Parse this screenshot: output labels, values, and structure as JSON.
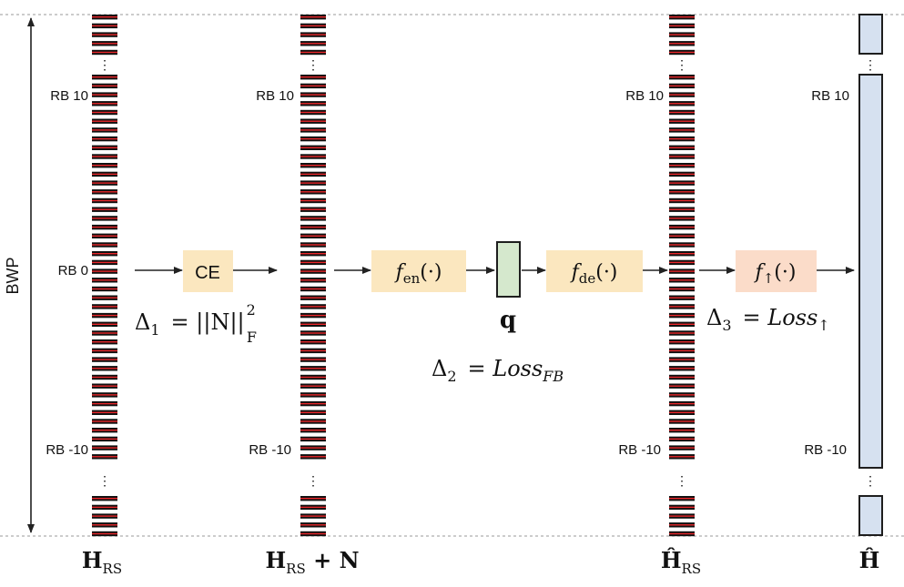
{
  "axis_label": "BWP",
  "rb_labels": [
    "RB 10",
    "RB 0",
    "RB -10"
  ],
  "ellipsis": "⋮",
  "columns": [
    {
      "label": "H",
      "sub": "RS",
      "suffix": ""
    },
    {
      "label": "H",
      "sub": "RS",
      "suffix": " + N"
    },
    {
      "label": "Ĥ",
      "sub": "RS",
      "suffix": ""
    },
    {
      "label": "Ĥ",
      "sub": "",
      "suffix": ""
    }
  ],
  "blocks": {
    "ce": "CE",
    "encoder": {
      "f": "f",
      "sub": "en",
      "arg": "(·)"
    },
    "decoder": {
      "f": "f",
      "sub": "de",
      "arg": "(·)"
    },
    "upsampler": {
      "f": "f",
      "sub": "↑",
      "arg": "(·)"
    },
    "quantized": "q"
  },
  "losses": {
    "delta1": {
      "lhs": "Δ",
      "idx": "1",
      "rhs": "= ||N||",
      "sub": "F",
      "sup": "2"
    },
    "delta2": {
      "lhs": "Δ",
      "idx": "2",
      "rhs": "= Loss",
      "sub": "FB"
    },
    "delta3": {
      "lhs": "Δ",
      "idx": "3",
      "rhs": "= Loss",
      "sub": "↑"
    }
  },
  "colors": {
    "bar": "#111111",
    "bar_line": "#e8262a",
    "arrow": "#222222",
    "guide": "#9a9a9a",
    "ce_fill": "#fbe7bf",
    "enc_fill": "#fbe7bf",
    "dec_fill": "#fbe7bf",
    "up_fill": "#fbdcc9",
    "q_fill": "#d5e8cd",
    "q_stroke": "#1e1e1e",
    "hat_fill": "#d6e1f0",
    "hat_stroke": "#1e1e1e",
    "text": "#111111"
  }
}
